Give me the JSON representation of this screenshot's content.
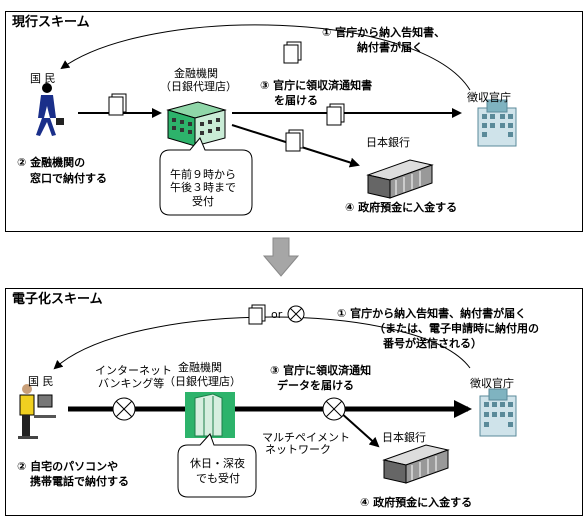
{
  "current": {
    "title": "現行スキーム",
    "citizen": "国 民",
    "bank_name": "金融機関",
    "bank_sub": "（日銀代理店）",
    "office": "徴収官庁",
    "boj": "日本銀行",
    "step1_l1": "① 官庁から納入告知書、",
    "step1_l2": "納付書が届く",
    "step2_l1": "② 金融機関の",
    "step2_l2": "窓口で納付する",
    "step3_l1": "③ 官庁に領収済通知書",
    "step3_l2": "を届ける",
    "step4": "④ 政府預金に入金する",
    "bubble_l1": "午前９時から",
    "bubble_l2": "午後３時まで",
    "bubble_l3": "受付"
  },
  "electronic": {
    "title": "電子化スキーム",
    "citizen": "国 民",
    "bank_name": "金融機関",
    "bank_sub": "（日銀代理店）",
    "office": "徴収官庁",
    "boj": "日本銀行",
    "internet_l1": "インターネット",
    "internet_l2": "バンキング等",
    "or_label": "or",
    "step1_l1": "① 官庁から納入告知書、納付書が届く",
    "step1_l2": "（または、電子申請時に納付用の",
    "step1_l3": "番号が送信される）",
    "step2_l1": "② 自宅のパソコンや",
    "step2_l2": "携帯電話で納付する",
    "step3_l1": "③ 官庁に領収済通知",
    "step3_l2": "データを届ける",
    "step4": "④ 政府預金に入金する",
    "network_l1": "マルチペイメント",
    "network_l2": "ネットワーク",
    "bubble_l1": "休日・深夜",
    "bubble_l2": "でも受付"
  },
  "colors": {
    "building_green": "#2db36b",
    "building_teal": "#7fb3c0",
    "transition_arrow": "#a6a6a6",
    "person_suit": "#1a2f8a"
  }
}
